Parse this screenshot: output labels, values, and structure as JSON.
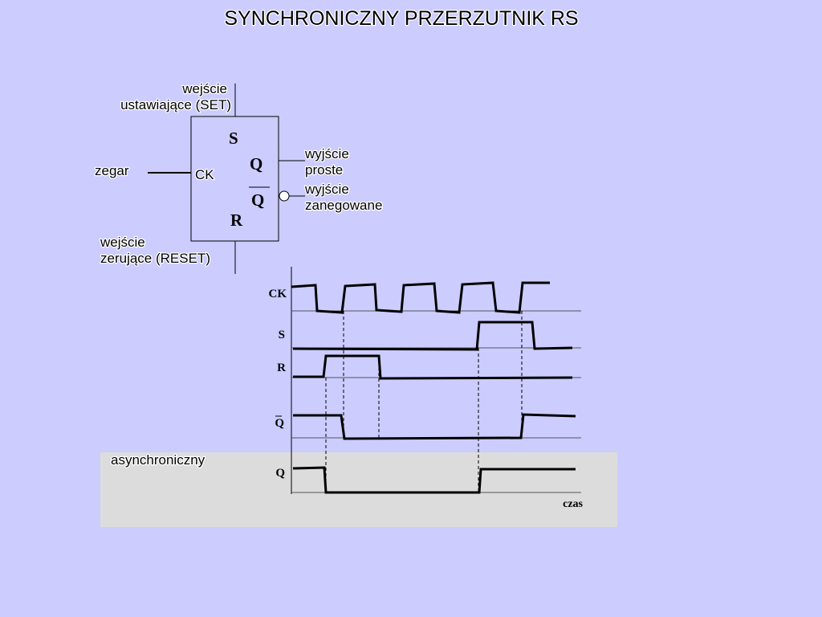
{
  "title": "SYNCHRONICZNY PRZERZUTNIK RS",
  "flipflop": {
    "set_label_line1": "wejście",
    "set_label_line2": "ustawiające (SET)",
    "clock_label": "zegar",
    "reset_label_line1": "wejście",
    "reset_label_line2": "zerujące (RESET)",
    "out_label_line1": "wyjście",
    "out_label_line2": "proste",
    "neg_label_line1": "wyjście",
    "neg_label_line2": "zanegowane",
    "pin_s": "S",
    "pin_q": "Q",
    "pin_qbar": "Q",
    "pin_r": "R",
    "pin_ck": "CK"
  },
  "timing": {
    "row_ck": "CK",
    "row_s": "S",
    "row_r": "R",
    "row_q": "Q",
    "row_q_async": "Q",
    "time_label": "czas",
    "async_panel_label": "asynchroniczny"
  },
  "colors": {
    "background": "#ccccff",
    "async_panel": "#dcdcdc"
  }
}
